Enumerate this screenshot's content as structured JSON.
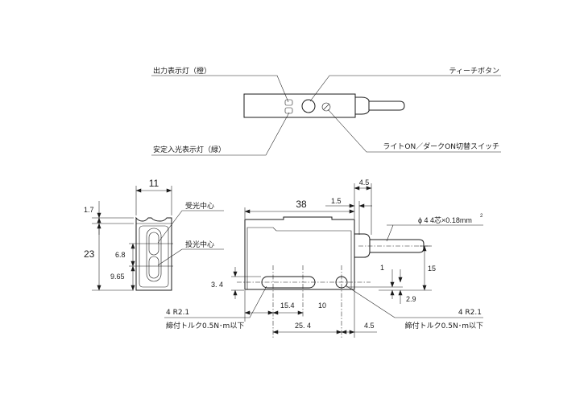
{
  "top_view": {
    "label_output_indicator": "出力表示灯（橙）",
    "label_teach_button": "ティーチボタン",
    "label_stable_indicator": "安定入光表示灯（緑）",
    "label_mode_switch": "ライトON／ダークON切替スイッチ"
  },
  "front_view": {
    "dim_width": "11",
    "dim_top": "1.7",
    "dim_height": "23",
    "dim_receiver_offset": "6.8",
    "dim_emitter_offset": "9.65",
    "label_receiver_center": "受光中心",
    "label_emitter_center": "投光中心"
  },
  "side_view": {
    "dim_length": "38",
    "dim_4_5_top": "4.5",
    "dim_1_5": "1.5",
    "cable_spec": "ϕ 4 4芯×0.18mm",
    "cable_spec_sup": "2",
    "dim_15": "15",
    "dim_1": "1",
    "dim_2_9": "2.9",
    "dim_3_4": "3. 4",
    "dim_15_4": "15.4",
    "dim_10": "10",
    "dim_25_4": "25. 4",
    "dim_4_5_bottom": "4.5",
    "left_hole_note": "4 R2.1",
    "left_torque_note": "締付トルク0.5N･m以下",
    "right_hole_note": "4 R2.1",
    "right_torque_note": "締付トルク0.5N･m以下"
  }
}
